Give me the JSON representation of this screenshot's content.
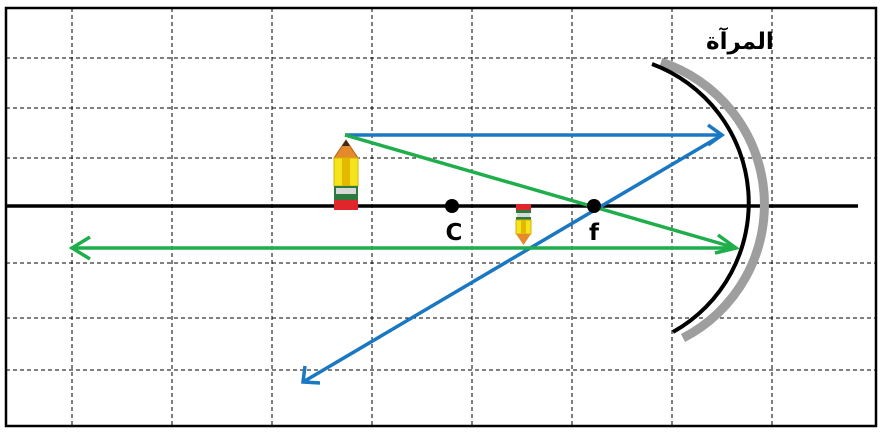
{
  "labels": {
    "mirror": "المرآة",
    "center_point": "C",
    "focal_point": "f"
  },
  "colors": {
    "background": "#ffffff",
    "frame": "#000000",
    "grid": "#000000",
    "axis": "#000000",
    "mirror_front": "#000000",
    "mirror_back": "#9e9e9e",
    "ray_blue": "#1a78c2",
    "ray_green": "#1fae4b",
    "pencil_body": "#f5e31c",
    "pencil_shade": "#e2b800",
    "pencil_tip": "#e58a2a",
    "pencil_eraser": "#e0262b",
    "pencil_band": "#2c7a3d"
  },
  "icons": {
    "object": "pencil-icon",
    "image": "pencil-icon"
  }
}
